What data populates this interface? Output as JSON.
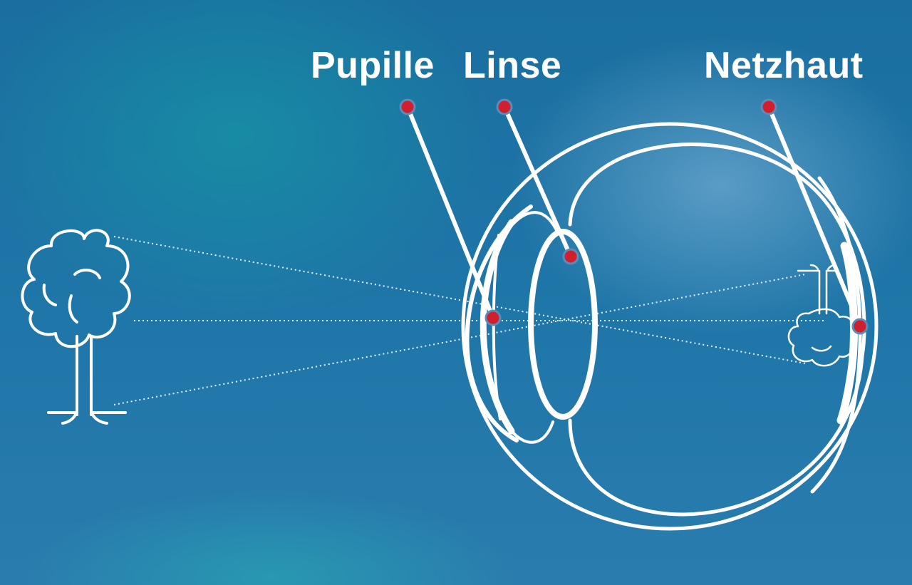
{
  "labels": {
    "pupil": "Pupille",
    "lens": "Linse",
    "retina": "Netzhaut"
  },
  "colors": {
    "line": "#ffffff",
    "marker": "#d0202e",
    "marker_ring": "#5b8cb8"
  },
  "icons": {
    "object": "tree-icon",
    "image": "inverted-tree-icon"
  }
}
